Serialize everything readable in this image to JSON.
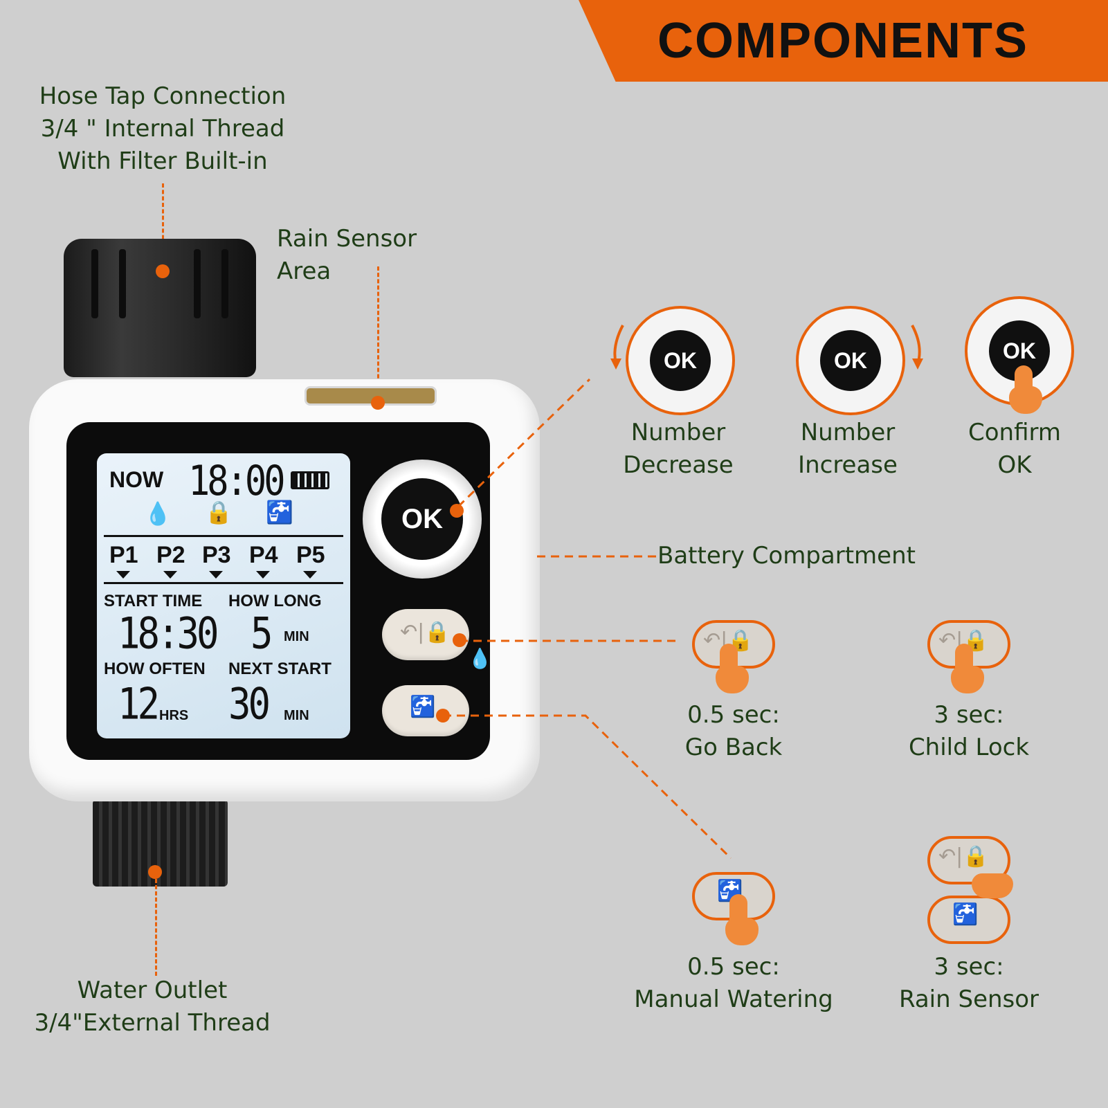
{
  "banner": {
    "title": "COMPONENTS"
  },
  "labels": {
    "hose_tap": [
      "Hose Tap Connection",
      "3/4 \" Internal Thread",
      "With Filter Built-in"
    ],
    "rain_sensor_area": "Rain Sensor Area",
    "battery": "Battery Compartment",
    "water_outlet": [
      "Water Outlet",
      "3/4\"External Thread"
    ]
  },
  "lcd": {
    "now_label": "NOW",
    "now_time": "18:00",
    "programs": [
      "P1",
      "P2",
      "P3",
      "P4",
      "P5"
    ],
    "start_time_label": "START TIME",
    "start_time_value": "18:30",
    "how_long_label": "HOW LONG",
    "how_long_value": "5",
    "how_long_unit": "MIN",
    "how_often_label": "HOW OFTEN",
    "how_often_value": "12",
    "how_often_unit": "HRS",
    "next_start_label": "NEXT START",
    "next_start_value": "30",
    "next_start_unit": "MIN"
  },
  "ok_button": {
    "label": "OK"
  },
  "knob_functions": [
    {
      "label": "OK",
      "caption": [
        "Number",
        "Decrease"
      ]
    },
    {
      "label": "OK",
      "caption": [
        "Number",
        "Increase"
      ]
    },
    {
      "label": "OK",
      "caption": [
        "Confirm",
        "OK"
      ]
    }
  ],
  "button_functions": [
    {
      "caption": [
        "0.5 sec:",
        "Go Back"
      ]
    },
    {
      "caption": [
        "3 sec:",
        "Child Lock"
      ]
    },
    {
      "caption": [
        "0.5 sec:",
        "Manual Watering"
      ]
    },
    {
      "caption": [
        "3 sec:",
        "Rain Sensor"
      ]
    }
  ],
  "colors": {
    "accent": "#e8620c",
    "label_text": "#1f3d17",
    "background": "#cfcfcf"
  }
}
